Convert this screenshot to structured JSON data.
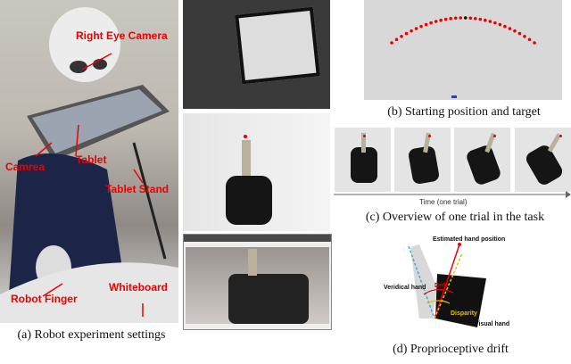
{
  "panel_a": {
    "caption": "(a) Robot experiment settings",
    "labels": {
      "eye": "Right Eye Camera",
      "camera": "Camrea",
      "tablet": "Tablet",
      "stand": "Tablet Stand",
      "whiteboard": "Whiteboard",
      "finger": "Robot Finger"
    }
  },
  "panel_b": {
    "caption": "(b) Starting position and target"
  },
  "panel_c": {
    "caption": "(c) Overview of one trial in the task",
    "time_label": "Time (one trial)"
  },
  "panel_d": {
    "caption": "(d) Proprioceptive drift",
    "labels": {
      "estimated": "Estimated hand position",
      "veridical": "Veridical hand",
      "drift": "Drift",
      "disparity": "Disparity",
      "visual": "Visual hand"
    }
  },
  "colors": {
    "label_red": "#e00000",
    "disparity_yellow": "#e8c000",
    "veridical_blue": "#3fa9e0"
  }
}
